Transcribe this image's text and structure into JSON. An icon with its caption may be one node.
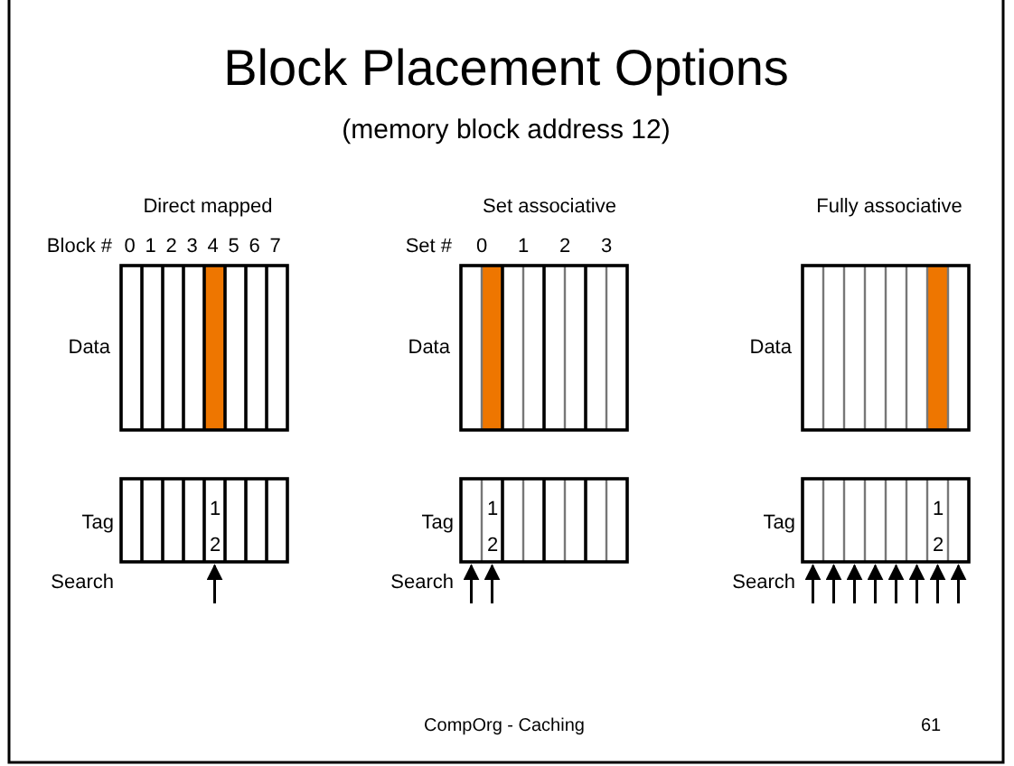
{
  "diagram": {
    "title": "Block Placement Options",
    "labels": [
      "(memory block address 12)",
      "Direct mapped",
      "Block #",
      "0",
      "1",
      "2",
      "3",
      "4",
      "5",
      "6",
      "7",
      "Data",
      "Tag",
      "12",
      "Search",
      "Set associative",
      "Set #",
      "0",
      "1",
      "2",
      "3",
      "Data",
      "Tag",
      "12",
      "Search",
      "Fully associative",
      "Data",
      "Tag",
      "12",
      "Search",
      "CompOrg  - Caching",
      "61"
    ]
  }
}
